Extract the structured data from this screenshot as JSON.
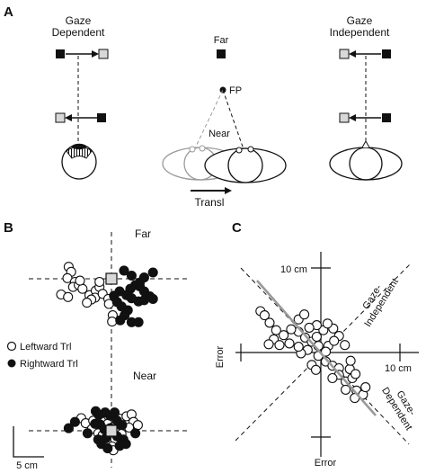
{
  "panel_a": {
    "letter": "A",
    "gaze_dependent": [
      "Gaze",
      "Dependent"
    ],
    "gaze_independent": [
      "Gaze",
      "Independent"
    ],
    "far": "Far",
    "fp": "FP",
    "near": "Near",
    "transl": "Transl"
  },
  "panel_b": {
    "letter": "B",
    "far": "Far",
    "near": "Near",
    "legend_left": "Leftward Trl",
    "legend_right": "Rightward Trl",
    "scale": "5 cm"
  },
  "panel_c": {
    "letter": "C",
    "ten_cm_top": "10 cm",
    "ten_cm_right": "10 cm",
    "error_left": "Error",
    "error_bottom": "Error",
    "gaze_independent": [
      "Gaze-",
      "Independent"
    ],
    "gaze_dependent": [
      "Gaze-",
      "Dependent"
    ]
  },
  "colors": {
    "ink": "#111111",
    "gray_line": "#9a9a9a",
    "gray_square": "#d8d8d8",
    "gray_eye": "#9a9a9a"
  },
  "chart_data": [
    {
      "type": "scatter",
      "title": "Far",
      "series": [
        {
          "name": "Leftward Trl",
          "marker": "open-circle",
          "points": [
            [
              -6.8,
              1.9
            ],
            [
              -6.4,
              1.1
            ],
            [
              -7.0,
              0.1
            ],
            [
              -5.8,
              -0.5
            ],
            [
              -6.1,
              -1.3
            ],
            [
              -5.2,
              -1.0
            ],
            [
              -4.6,
              -1.6
            ],
            [
              -5.0,
              -0.3
            ],
            [
              -8.0,
              -2.5
            ],
            [
              -6.9,
              -2.9
            ],
            [
              -3.5,
              -2.6
            ],
            [
              -2.5,
              -1.9
            ],
            [
              -1.9,
              -1.3
            ],
            [
              -2.6,
              -3.0
            ],
            [
              -3.2,
              -3.3
            ],
            [
              -1.4,
              -2.4
            ],
            [
              -0.5,
              -3.2
            ],
            [
              -0.4,
              -4.0
            ],
            [
              -1.9,
              -0.5
            ],
            [
              -3.9,
              -3.8
            ],
            [
              0.2,
              -5.8
            ],
            [
              0.1,
              -6.8
            ]
          ]
        },
        {
          "name": "Rightward Trl",
          "marker": "filled-circle",
          "points": [
            [
              2.0,
              1.3
            ],
            [
              3.2,
              0.5
            ],
            [
              5.2,
              0.2
            ],
            [
              4.5,
              -0.6
            ],
            [
              3.8,
              -1.0
            ],
            [
              3.0,
              -1.6
            ],
            [
              4.5,
              -1.2
            ],
            [
              5.2,
              -2.0
            ],
            [
              6.1,
              -2.8
            ],
            [
              6.6,
              -3.2
            ],
            [
              5.2,
              -3.4
            ],
            [
              4.3,
              -3.6
            ],
            [
              3.2,
              -3.1
            ],
            [
              2.4,
              -2.6
            ],
            [
              1.3,
              -2.0
            ],
            [
              0.4,
              -2.7
            ],
            [
              0.9,
              -3.7
            ],
            [
              1.6,
              -4.4
            ],
            [
              2.6,
              -5.0
            ],
            [
              2.1,
              -5.8
            ],
            [
              3.2,
              -6.9
            ],
            [
              4.3,
              -6.9
            ],
            [
              1.4,
              -6.6
            ],
            [
              6.6,
              1.0
            ]
          ]
        }
      ],
      "target_square": [
        0,
        0
      ]
    },
    {
      "type": "scatter",
      "title": "Near",
      "series": [
        {
          "name": "Leftward Trl",
          "marker": "open-circle",
          "points": [
            [
              -4.8,
              2.0
            ],
            [
              -4.1,
              1.2
            ],
            [
              -2.9,
              1.6
            ],
            [
              -1.6,
              1.5
            ],
            [
              -0.6,
              1.1
            ],
            [
              0.3,
              0.6
            ],
            [
              1.4,
              1.9
            ],
            [
              2.4,
              2.3
            ],
            [
              3.2,
              2.6
            ],
            [
              3.5,
              1.4
            ],
            [
              4.2,
              0.9
            ],
            [
              2.8,
              0.5
            ],
            [
              -3.1,
              0.3
            ],
            [
              -2.1,
              -0.4
            ],
            [
              -1.4,
              -0.7
            ],
            [
              0.7,
              -0.3
            ],
            [
              1.6,
              -0.5
            ],
            [
              -0.6,
              -1.6
            ],
            [
              0.6,
              -1.4
            ],
            [
              0.1,
              -2.5
            ],
            [
              0.3,
              -3.1
            ]
          ]
        },
        {
          "name": "Rightward Trl",
          "marker": "filled-circle",
          "points": [
            [
              -2.5,
              3.1
            ],
            [
              -2.0,
              2.5
            ],
            [
              -1.0,
              2.9
            ],
            [
              -0.2,
              2.4
            ],
            [
              0.5,
              2.9
            ],
            [
              0.9,
              1.6
            ],
            [
              1.7,
              0.9
            ],
            [
              -1.8,
              1.0
            ],
            [
              -2.6,
              1.1
            ],
            [
              -0.2,
              0.4
            ],
            [
              -1.1,
              0.2
            ],
            [
              -5.8,
              1.4
            ],
            [
              -6.8,
              0.4
            ],
            [
              -3.8,
              -0.4
            ],
            [
              -2.1,
              -1.4
            ],
            [
              -1.6,
              -2.1
            ],
            [
              -0.9,
              -1.2
            ],
            [
              0.9,
              -0.9
            ],
            [
              1.9,
              -1.4
            ],
            [
              1.3,
              -2.4
            ],
            [
              2.3,
              -2.1
            ],
            [
              3.8,
              -0.4
            ],
            [
              -0.6,
              -2.8
            ]
          ]
        }
      ],
      "target_square": [
        0,
        0
      ]
    },
    {
      "type": "scatter",
      "xlabel": "Error",
      "ylabel": "Error",
      "scale": "10 cm",
      "series": [
        {
          "name": "",
          "marker": "open-circle",
          "points": [
            [
              -7.3,
              5.0
            ],
            [
              -6.8,
              4.5
            ],
            [
              -6.2,
              3.6
            ],
            [
              -5.4,
              2.7
            ],
            [
              -5.7,
              1.6
            ],
            [
              -6.3,
              1.0
            ],
            [
              -5.0,
              0.9
            ],
            [
              -4.5,
              2.1
            ],
            [
              -3.8,
              1.1
            ],
            [
              -2.7,
              4.0
            ],
            [
              -2.0,
              4.6
            ],
            [
              -2.7,
              2.5
            ],
            [
              -1.9,
              1.8
            ],
            [
              -1.1,
              1.3
            ],
            [
              -0.5,
              1.9
            ],
            [
              0.3,
              2.7
            ],
            [
              1.5,
              2.9
            ],
            [
              2.2,
              2.0
            ],
            [
              -0.3,
              0.8
            ],
            [
              -1.6,
              0.3
            ],
            [
              -2.4,
              -0.1
            ],
            [
              -2.7,
              0.7
            ],
            [
              0.9,
              0.8
            ],
            [
              1.6,
              1.4
            ],
            [
              2.9,
              0.9
            ],
            [
              -0.3,
              -0.4
            ],
            [
              0.6,
              0.1
            ],
            [
              -1.1,
              -1.5
            ],
            [
              -0.6,
              -2.1
            ],
            [
              0.6,
              -1.1
            ],
            [
              1.4,
              -1.6
            ],
            [
              2.2,
              -1.9
            ],
            [
              3.5,
              -2.0
            ],
            [
              2.2,
              -2.7
            ],
            [
              1.4,
              -3.1
            ],
            [
              3.0,
              -3.5
            ],
            [
              3.8,
              -3.1
            ],
            [
              3.0,
              -4.5
            ],
            [
              4.3,
              -4.6
            ],
            [
              5.1,
              -5.1
            ],
            [
              5.4,
              -4.2
            ],
            [
              4.1,
              -5.5
            ],
            [
              3.6,
              -1.0
            ],
            [
              4.2,
              -2.6
            ],
            [
              -0.5,
              3.3
            ],
            [
              0.8,
              3.5
            ],
            [
              -1.4,
              3.0
            ],
            [
              -3.6,
              2.8
            ]
          ]
        }
      ]
    }
  ]
}
